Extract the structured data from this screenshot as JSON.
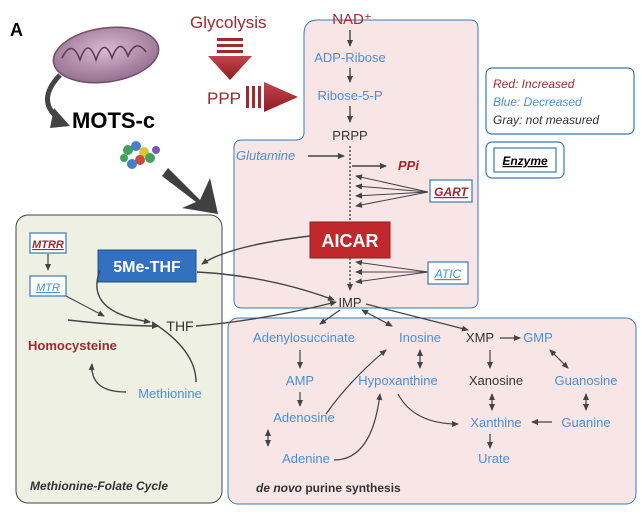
{
  "panel_letter": "A",
  "colors": {
    "red": "#9e2a2f",
    "blue": "#4a8fd6",
    "gray": "#333333",
    "purine_bg": "#f8e6e6",
    "folate_bg": "#eef0e4",
    "aicar_fill": "#c0282d",
    "thf5_fill": "#3370c0"
  },
  "icons": {
    "mitochondrion": "mitochondrion-icon",
    "peptide": "mots-c-peptide-icon"
  },
  "top": {
    "mots_c": "MOTS-c",
    "glycolysis": "Glycolysis",
    "ppp": "PPP",
    "nad": "NAD⁺",
    "adp_ribose": "ADP-Ribose",
    "ribose5p": "Ribose-5-P",
    "prpp": "PRPP",
    "glutamine": "Glutamine",
    "ppi": "PPi",
    "gart": "GART",
    "aicar": "AICAR",
    "atic": "ATIC",
    "imp": "IMP"
  },
  "legend": {
    "red": "Red: Increased",
    "blue": "Blue: Decreased",
    "gray": "Gray: not measured",
    "enzyme": "Enzyme"
  },
  "folate": {
    "mtrr": "MTRR",
    "mtr": "MTR",
    "thf5": "5Me-THF",
    "thf": "THF",
    "homocysteine": "Homocysteine",
    "methionine": "Methionine",
    "caption": "Methionine-Folate Cycle"
  },
  "purine": {
    "adenylosuccinate": "Adenylosuccinate",
    "inosine": "Inosine",
    "xmp": "XMP",
    "gmp": "GMP",
    "amp": "AMP",
    "hypoxanthine": "Hypoxanthine",
    "xanosine": "Xanosine",
    "guanosine": "Guanosine",
    "adenosine": "Adenosine",
    "xanthine": "Xanthine",
    "guanine": "Guanine",
    "adenine": "Adenine",
    "urate": "Urate",
    "caption_italic": "de novo",
    "caption_rest": " purine synthesis"
  }
}
